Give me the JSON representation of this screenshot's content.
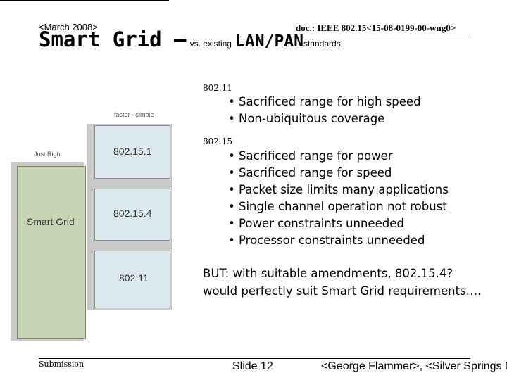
{
  "header": {
    "date": "<March 2008>",
    "doc_id": "doc.: IEEE 802.15<15-08-0199-00-wng0>"
  },
  "title": {
    "part1": "Smart Grid –",
    "part2": "vs. existing",
    "part3": "LAN/PAN",
    "part4": "standards"
  },
  "diagram": {
    "top_label": "faster - simple",
    "left_label": "Just Right",
    "smart_grid": "Smart Grid",
    "boxes": [
      "802.15.1",
      "802.15.4",
      "802.11"
    ]
  },
  "sections": [
    {
      "label": "802.11",
      "bullets": [
        "Sacrificed range for high speed",
        "Non-ubiquitous coverage"
      ]
    },
    {
      "label": "802.15",
      "bullets": [
        "Sacrificed range for power",
        "Sacrificed range for speed",
        "Packet size limits many applications",
        "Single channel operation not robust",
        "Power constraints unneeded",
        "Processor constraints unneeded"
      ]
    }
  ],
  "conclusion": "BUT: with suitable amendments, 802.15.4? would perfectly suit Smart Grid requirements….",
  "footer": {
    "submission": "Submission",
    "slide": "Slide 12",
    "author": "<George Flammer>, <Silver Springs Networks>"
  },
  "colors": {
    "box_fill": "#dbe9ef",
    "smart_grid_fill": "#c7d5b4",
    "shadow": "#c9c9c9"
  }
}
